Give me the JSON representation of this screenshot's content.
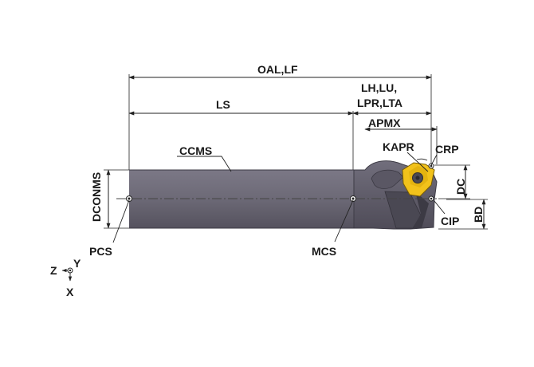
{
  "labels": {
    "oal_lf": "OAL,LF",
    "ls": "LS",
    "lh_lu": "LH,LU,",
    "lpr_lta": "LPR,LTA",
    "apmx": "APMX",
    "kapr": "KAPR",
    "crp": "CRP",
    "ccms": "CCMS",
    "dconms": "DCONMS",
    "dc": "DC",
    "bd": "BD",
    "cip": "CIP",
    "pcs": "PCS",
    "mcs": "MCS"
  },
  "axes": {
    "z": "Z",
    "y": "Y",
    "x": "X"
  },
  "colors": {
    "shank": "#6e6b78",
    "shank_dark": "#4a4853",
    "head": "#5f5c69",
    "insert": "#f2c21b",
    "insert_dark": "#b68c00",
    "line": "#222222"
  }
}
